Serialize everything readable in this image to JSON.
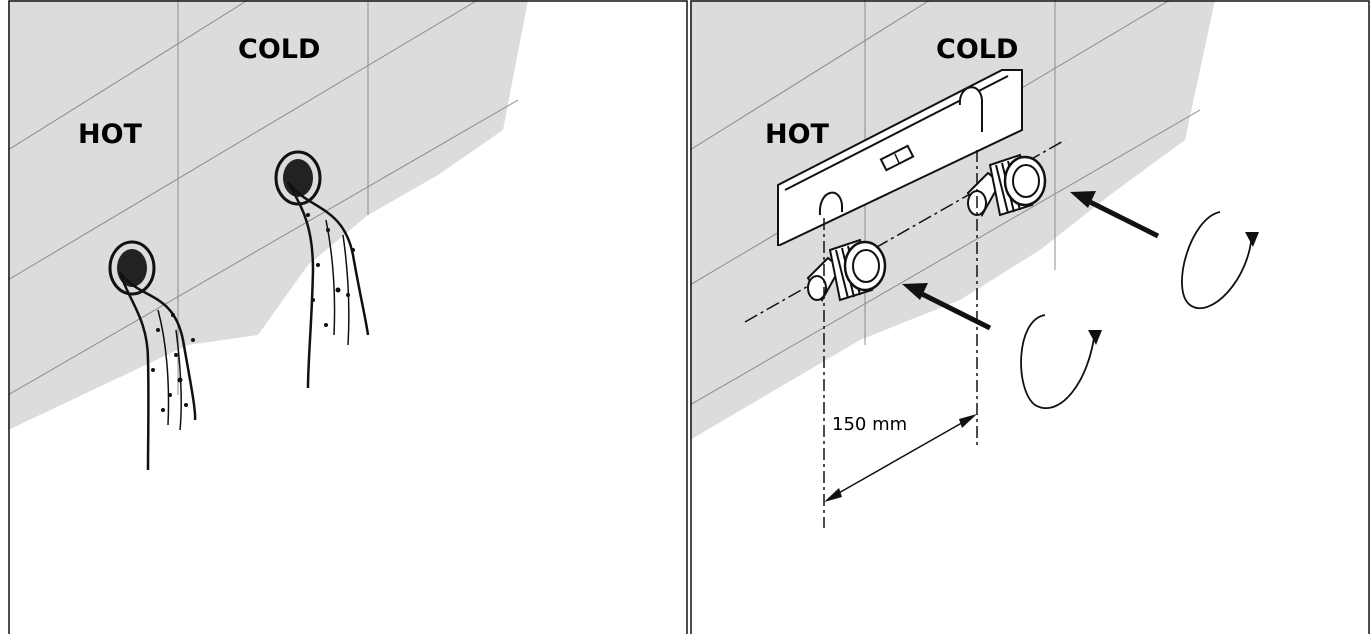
{
  "left_panel": {
    "hot_label": "HOT",
    "cold_label": "COLD"
  },
  "right_panel": {
    "hot_label": "HOT",
    "cold_label": "COLD",
    "dimension_label": "150 mm"
  },
  "colors": {
    "wall_tile": "#dcdcdc",
    "line": "#111111",
    "background": "#ffffff"
  }
}
